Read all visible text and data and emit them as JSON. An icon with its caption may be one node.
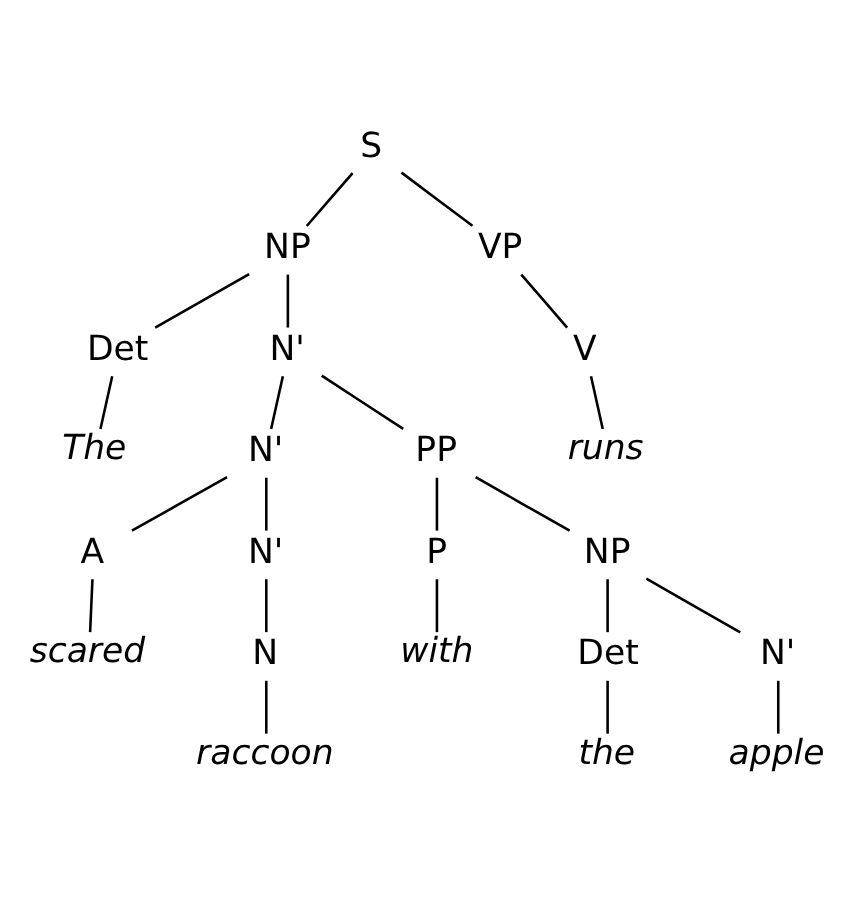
{
  "diagram": {
    "nodes": [
      {
        "text": [
          "S"
        ]
      },
      {
        "text": [
          "NP"
        ]
      },
      {
        "text": [
          "VP"
        ]
      },
      {
        "text": [
          "Det"
        ]
      },
      {
        "text": [
          "N'"
        ]
      },
      {
        "text": [
          "V"
        ]
      },
      {
        "text": [
          "The"
        ]
      },
      {
        "text": [
          "N'"
        ]
      },
      {
        "text": [
          "PP"
        ]
      },
      {
        "text": [
          "runs"
        ]
      },
      {
        "text": [
          "A"
        ]
      },
      {
        "text": [
          "N'"
        ]
      },
      {
        "text": [
          "P"
        ]
      },
      {
        "text": [
          "NP"
        ]
      },
      {
        "text": [
          "scared"
        ]
      },
      {
        "text": [
          "N"
        ]
      },
      {
        "text": [
          "with"
        ]
      },
      {
        "text": [
          "Det"
        ]
      },
      {
        "text": [
          "N'"
        ]
      },
      {
        "text": [
          "raccoon"
        ]
      },
      {
        "text": [
          "the"
        ]
      },
      {
        "text": [
          "apple"
        ]
      }
    ],
    "edges": [
      {
        "from": 0,
        "to": 1,
        "arrow": "none"
      },
      {
        "from": 0,
        "to": 2,
        "arrow": "none"
      },
      {
        "from": 1,
        "to": 3,
        "arrow": "none"
      },
      {
        "from": 1,
        "to": 4,
        "arrow": "none"
      },
      {
        "from": 2,
        "to": 5,
        "arrow": "none"
      },
      {
        "from": 3,
        "to": 6,
        "arrow": "none"
      },
      {
        "from": 4,
        "to": 7,
        "arrow": "none"
      },
      {
        "from": 4,
        "to": 8,
        "arrow": "none"
      },
      {
        "from": 5,
        "to": 9,
        "arrow": "none"
      },
      {
        "from": 7,
        "to": 10,
        "arrow": "none"
      },
      {
        "from": 7,
        "to": 11,
        "arrow": "none"
      },
      {
        "from": 8,
        "to": 12,
        "arrow": "none"
      },
      {
        "from": 8,
        "to": 13,
        "arrow": "none"
      },
      {
        "from": 10,
        "to": 14,
        "arrow": "none"
      },
      {
        "from": 11,
        "to": 15,
        "arrow": "none"
      },
      {
        "from": 12,
        "to": 16,
        "arrow": "none"
      },
      {
        "from": 13,
        "to": 17,
        "arrow": "none"
      },
      {
        "from": 13,
        "to": 18,
        "arrow": "none"
      },
      {
        "from": 15,
        "to": 19,
        "arrow": "none"
      },
      {
        "from": 17,
        "to": 20,
        "arrow": "none"
      },
      {
        "from": 18,
        "to": 21,
        "arrow": "none"
      }
    ]
  }
}
